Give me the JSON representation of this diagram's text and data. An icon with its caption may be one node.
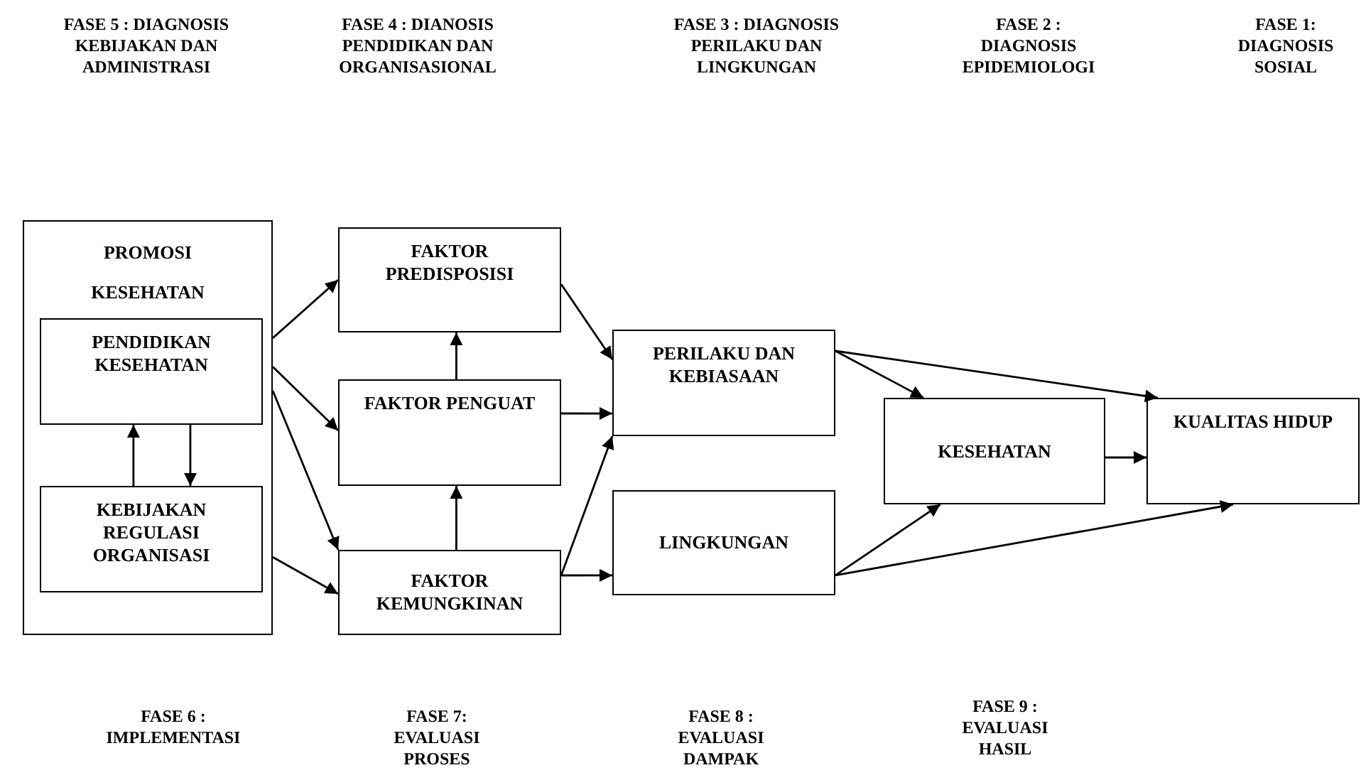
{
  "diagram": {
    "nodes": [
      {
        "text": [
          "PROMOSI KESEHATAN"
        ]
      },
      {
        "text": [
          "PENDIDIKAN KESEHATAN"
        ],
        "in": 0
      },
      {
        "text": [
          "KEBIJAKAN REGULASI ORGANISASI"
        ],
        "in": 0
      },
      {
        "text": [
          "FAKTOR PREDISPOSISI"
        ]
      },
      {
        "text": [
          "FAKTOR PENGUAT"
        ]
      },
      {
        "text": [
          "FAKTOR KEMUNGKINAN"
        ]
      },
      {
        "text": [
          "PERILAKU DAN KEBIASAAN"
        ]
      },
      {
        "text": [
          "LINGKUNGAN"
        ]
      },
      {
        "text": [
          "KESEHATAN"
        ]
      },
      {
        "text": [
          "KUALITAS HIDUP"
        ]
      }
    ],
    "edges": [
      {
        "from": 0,
        "to": 3,
        "arrow": "to"
      },
      {
        "from": 0,
        "to": 4,
        "arrow": "to"
      },
      {
        "from": 0,
        "to": 5,
        "arrow": "to"
      },
      {
        "from": 0,
        "to": 5,
        "arrow": "to"
      },
      {
        "from": 1,
        "to": 2,
        "arrow": "to"
      },
      {
        "from": 2,
        "to": 1,
        "arrow": "to"
      },
      {
        "from": 4,
        "to": 3,
        "arrow": "to"
      },
      {
        "from": 5,
        "to": 4,
        "arrow": "to"
      },
      {
        "from": 3,
        "to": 6,
        "arrow": "to"
      },
      {
        "from": 4,
        "to": 6,
        "arrow": "to"
      },
      {
        "from": 5,
        "to": 6,
        "arrow": "to"
      },
      {
        "from": 5,
        "to": 7,
        "arrow": "to"
      },
      {
        "from": 6,
        "to": 8,
        "arrow": "to"
      },
      {
        "from": 6,
        "to": 9,
        "arrow": "to"
      },
      {
        "from": 7,
        "to": 8,
        "arrow": "to"
      },
      {
        "from": 7,
        "to": 9,
        "arrow": "to"
      },
      {
        "from": 8,
        "to": 9,
        "arrow": "to"
      }
    ],
    "labels": [
      "FASE 5 : DIAGNOSIS KEBIJAKAN DAN ADMINISTRASI",
      "FASE 4 : DIANOSIS PENDIDIKAN DAN ORGANISASIONAL",
      "FASE 3 : DIAGNOSIS PERILAKU DAN LINGKUNGAN",
      "FASE 2 : DIAGNOSIS EPIDEMIOLOGI",
      "FASE 1: DIAGNOSIS SOSIAL",
      "FASE 6 : IMPLEMENTASI",
      "FASE 7: EVALUASI PROSES",
      "FASE 8 : EVALUASI DAMPAK",
      "FASE 9 : EVALUASI HASIL"
    ]
  }
}
